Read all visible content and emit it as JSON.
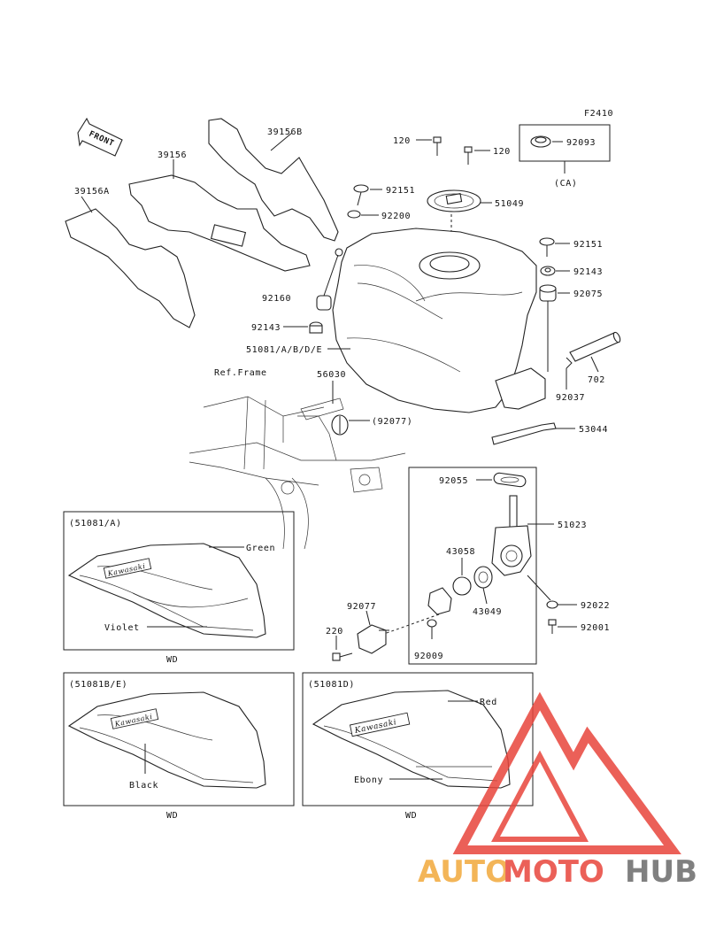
{
  "figure_code": "F2410",
  "front_arrow_label": "FRONT",
  "parts": {
    "p39156B": "39156B",
    "p39156": "39156",
    "p39156A": "39156A",
    "p120_left": "120",
    "p120_right": "120",
    "p92093": "92093",
    "ca_label": "(CA)",
    "p92151_a": "92151",
    "p92200": "92200",
    "p51049": "51049",
    "p92151_b": "92151",
    "p92143_b": "92143",
    "p92160": "92160",
    "p92075": "92075",
    "p92143_a": "92143",
    "p51081": "51081/A/B/D/E",
    "p702": "702",
    "ref_frame": "Ref.Frame",
    "p56030": "56030",
    "p92077_ref": "(92077)",
    "p92037": "92037",
    "p53044": "53044",
    "p92055": "92055",
    "p51023": "51023",
    "p43058": "43058",
    "p43049": "43049",
    "p92077": "92077",
    "p92022": "92022",
    "p220": "220",
    "p92001": "92001",
    "p92009": "92009"
  },
  "variants": {
    "a": {
      "title": "(51081/A)",
      "color1": "Green",
      "color2": "Violet",
      "logo": "Kawasaki",
      "footer": "WD"
    },
    "be": {
      "title": "(51081B/E)",
      "color1": "Black",
      "logo": "Kawasaki",
      "footer": "WD"
    },
    "d": {
      "title": "(51081D)",
      "color1": "Red",
      "color2": "Ebony",
      "logo": "Kawasaki",
      "footer": "WD"
    }
  },
  "watermark": {
    "part1": "AUTO",
    "part2": "MOTO",
    "part3": "HUB"
  },
  "colors": {
    "line": "#222222",
    "wm_red": "#e8453c",
    "wm_orange": "#f2a93b",
    "wm_gray": "#6b6b6b"
  }
}
